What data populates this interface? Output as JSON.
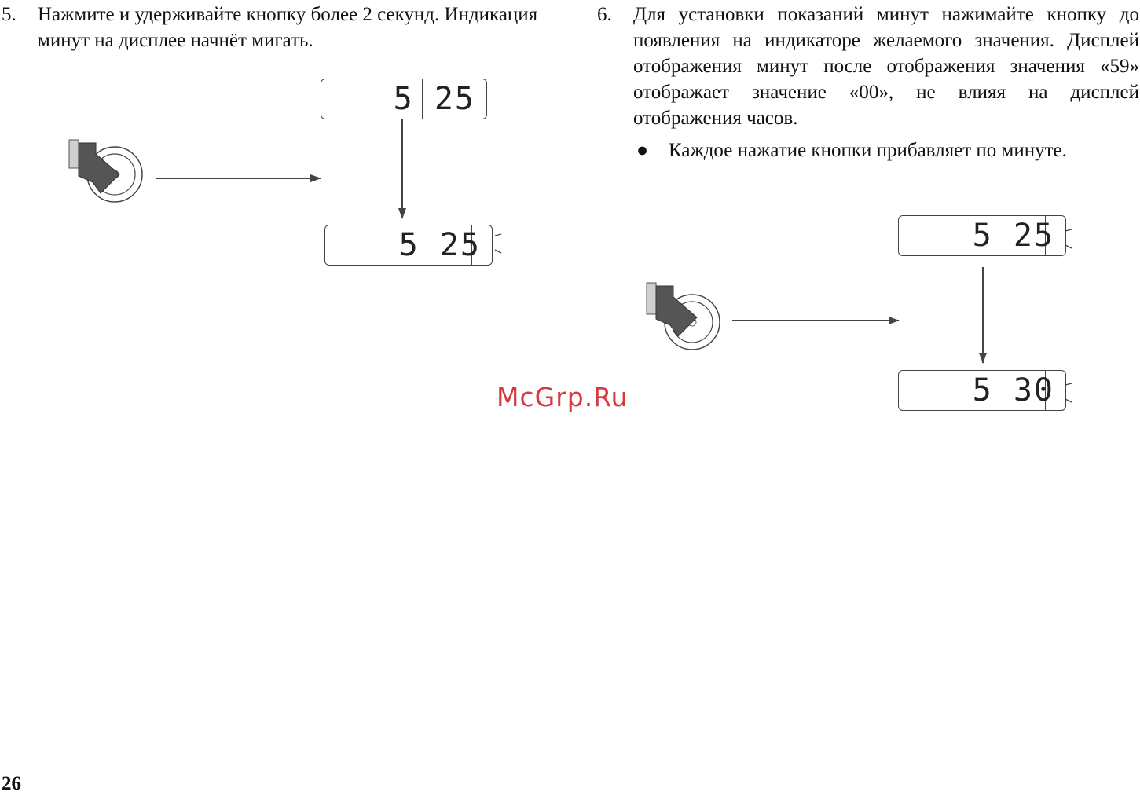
{
  "step5": {
    "number": "5.",
    "text": "Нажмите и удерживайте кнопку более 2 секунд. Индикация минут на дисплее начнёт мигать."
  },
  "step6": {
    "number": "6.",
    "text": "Для установки показаний минут нажимайте кнопку до появления на индикаторе желаемого значения. Дисплей отображения минут после отображения значения «59» отображает значение «00», не влияя на дисплей отображения часов.",
    "bullet": "Каждое нажатие кнопки прибавляет по минуте."
  },
  "diagram5": {
    "display_top": "5 25",
    "display_bottom": "5 25"
  },
  "diagram6": {
    "display_top": "5 25",
    "display_bottom": "5 30"
  },
  "watermark": "McGrp.Ru",
  "page_number": "26",
  "colors": {
    "watermark": "#d01820",
    "line": "#444444",
    "arrow_fill": "#555555"
  },
  "icons": [
    "press-hand-icon",
    "button-icon",
    "blink-marks-icon"
  ]
}
